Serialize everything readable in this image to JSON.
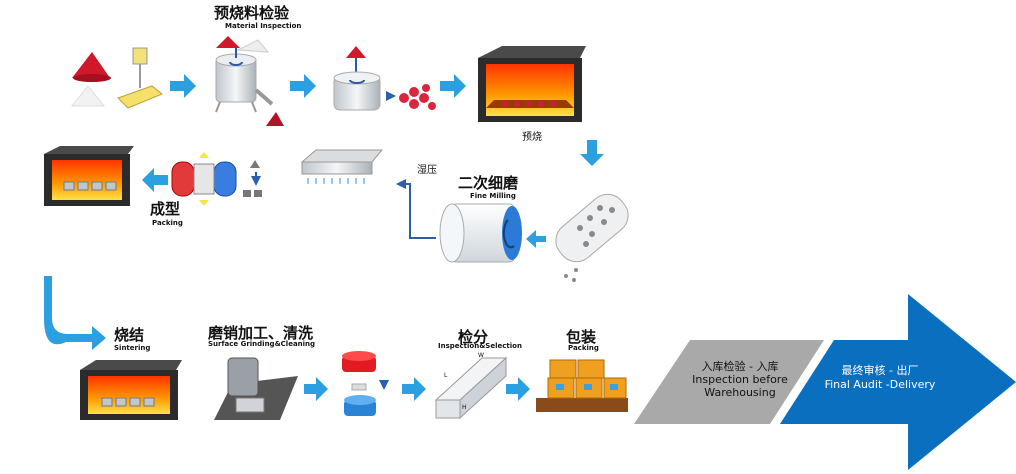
{
  "steps": {
    "material_inspection": {
      "zh": "预烧料检验",
      "en": "Material Inspection"
    },
    "pre_sintering": {
      "zh": "预烧"
    },
    "wet_pressing": {
      "zh": "湿压"
    },
    "fine_milling": {
      "zh": "二次细磨",
      "en": "Fine Milling"
    },
    "forming": {
      "zh": "成型",
      "en": "Packing"
    },
    "sintering": {
      "zh": "烧结",
      "en": "Sintering"
    },
    "grinding": {
      "zh": "磨销加工、清洗",
      "en": "Surface Grinding&Cleaning"
    },
    "inspection": {
      "zh": "检分",
      "en": "Inspection&Selection"
    },
    "packing": {
      "zh": "包装",
      "en": "Packing"
    }
  },
  "banners": {
    "warehouse": {
      "zh": "入库检验 - 入库",
      "en_1": "Inspection before",
      "en_2": "Warehousing"
    },
    "final": {
      "zh": "最终审核 - 出厂",
      "en": "Final Audit  -Delivery"
    }
  },
  "block_dims": {
    "w": "W",
    "l": "L",
    "h": "H"
  },
  "colors": {
    "arrow": "#2aa0e0",
    "banner_blue": "#0b6fc0",
    "banner_gray": "#a9a9a9",
    "furnace": "#ff6a00"
  }
}
